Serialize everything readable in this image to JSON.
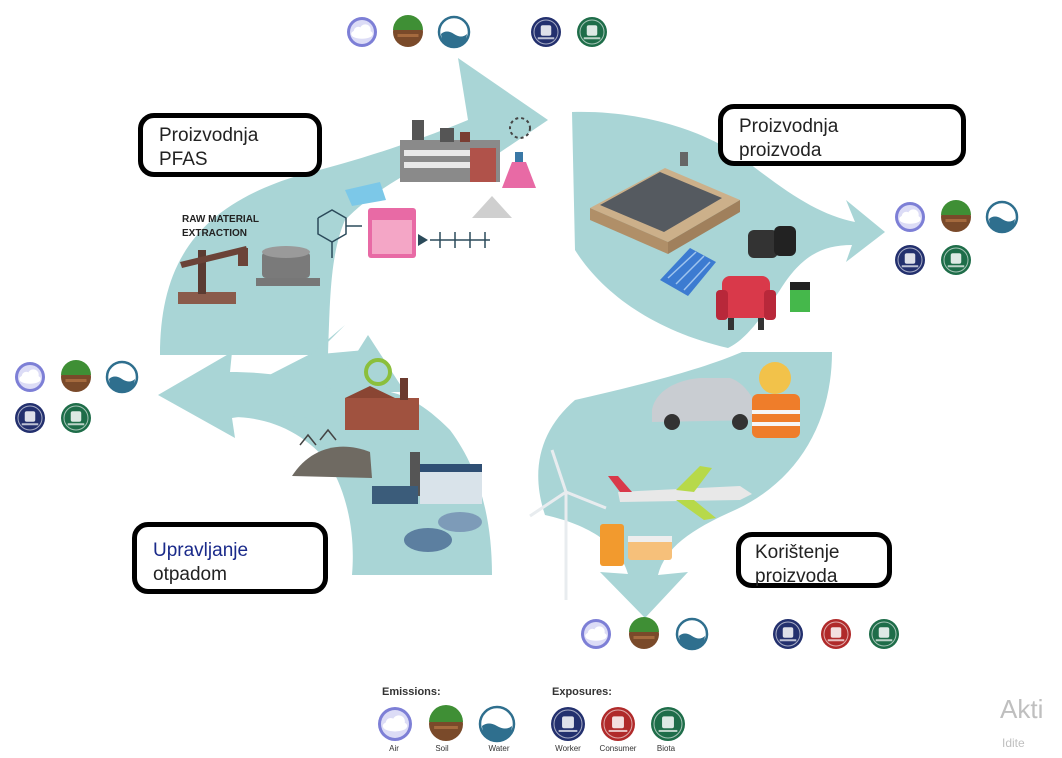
{
  "stages": {
    "pfas_production": {
      "line1": "Proizvodnja",
      "line2": "PFAS"
    },
    "product_manufacturing": {
      "line1": "Proizvodnja",
      "line2": "proizvoda"
    },
    "product_use": {
      "line1": "Korištenje",
      "line2": "proizvoda"
    },
    "waste_management": {
      "line1": "Upravljanje",
      "line2": "otpadom"
    }
  },
  "inner_text": {
    "raw_material": "RAW MATERIAL",
    "extraction": "EXTRACTION"
  },
  "legend": {
    "emissions_title": "Emissions:",
    "exposures_title": "Exposures:",
    "emissions": [
      "Air",
      "Soil",
      "Water"
    ],
    "exposures": [
      "Worker",
      "Consumer",
      "Biota"
    ]
  },
  "watermark": {
    "line1": "Akti",
    "line2": "Idite"
  },
  "colors": {
    "arrow": "#a9d5d6",
    "air": "#7d7fd6",
    "soil": "#3f8f35",
    "water": "#2f6f8e",
    "worker": "#23306e",
    "consumer": "#b02a2a",
    "biota": "#1e6d49"
  }
}
